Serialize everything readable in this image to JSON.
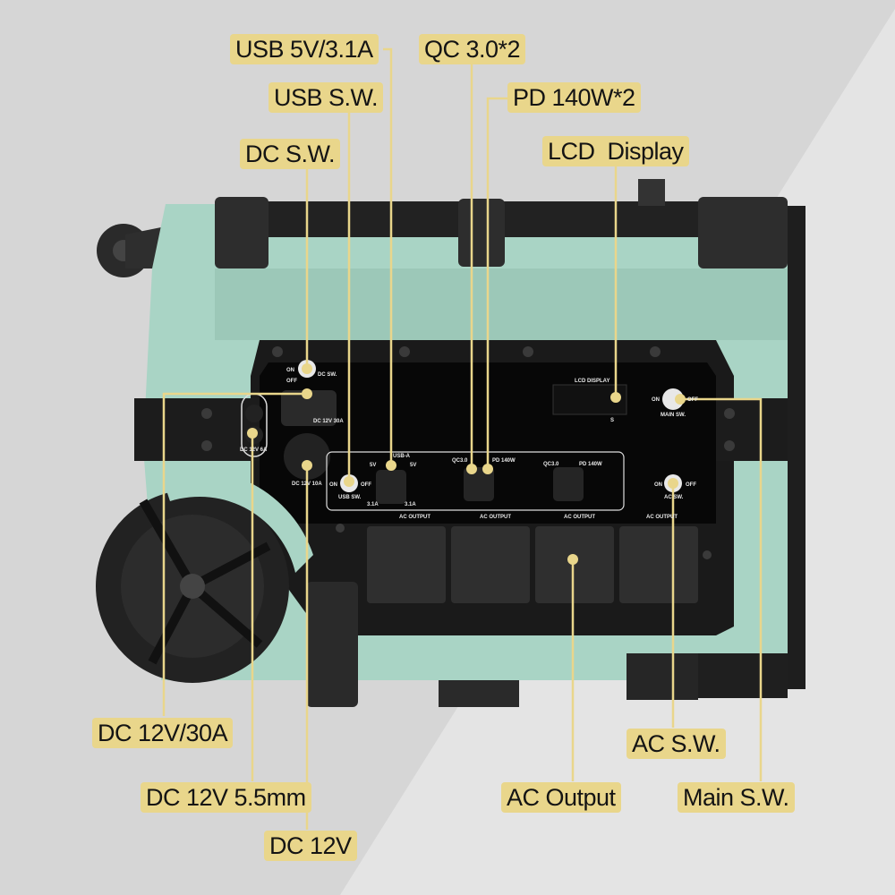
{
  "callouts": {
    "usb_5v": "USB 5V/3.1A",
    "qc": "QC 3.0*2",
    "usb_sw": "USB S.W.",
    "pd": "PD 140W*2",
    "dc_sw": "DC S.W.",
    "lcd": "LCD  Display",
    "dc_30a": "DC 12V/30A",
    "dc_55": "DC 12V 5.5mm",
    "dc_12v": "DC 12V",
    "ac_output": "AC Output",
    "ac_sw": "AC S.W.",
    "main_sw": "Main S.W."
  },
  "panel": {
    "on": "ON",
    "off": "OFF",
    "dc_sw": "DC SW.",
    "dc_30a": "DC 12V 30A",
    "dc_6a": "DC 12V 6A",
    "dc_10a": "DC 12V 10A",
    "usb_sw": "USB SW.",
    "usb_a": "USB-A",
    "v5": "5V",
    "a31": "3.1A",
    "qc": "QC3.0",
    "pd": "PD 140W",
    "lcd": "LCD DISPLAY",
    "main_sw": "MAIN SW.",
    "ac_sw": "AC SW.",
    "ac_output": "AC OUTPUT",
    "btn_s": "S"
  },
  "colors": {
    "label_bg": "#e9d68b",
    "device_body": "#a9d4c5",
    "panel": "#0a0a0a",
    "leader": "#e9d68b"
  }
}
